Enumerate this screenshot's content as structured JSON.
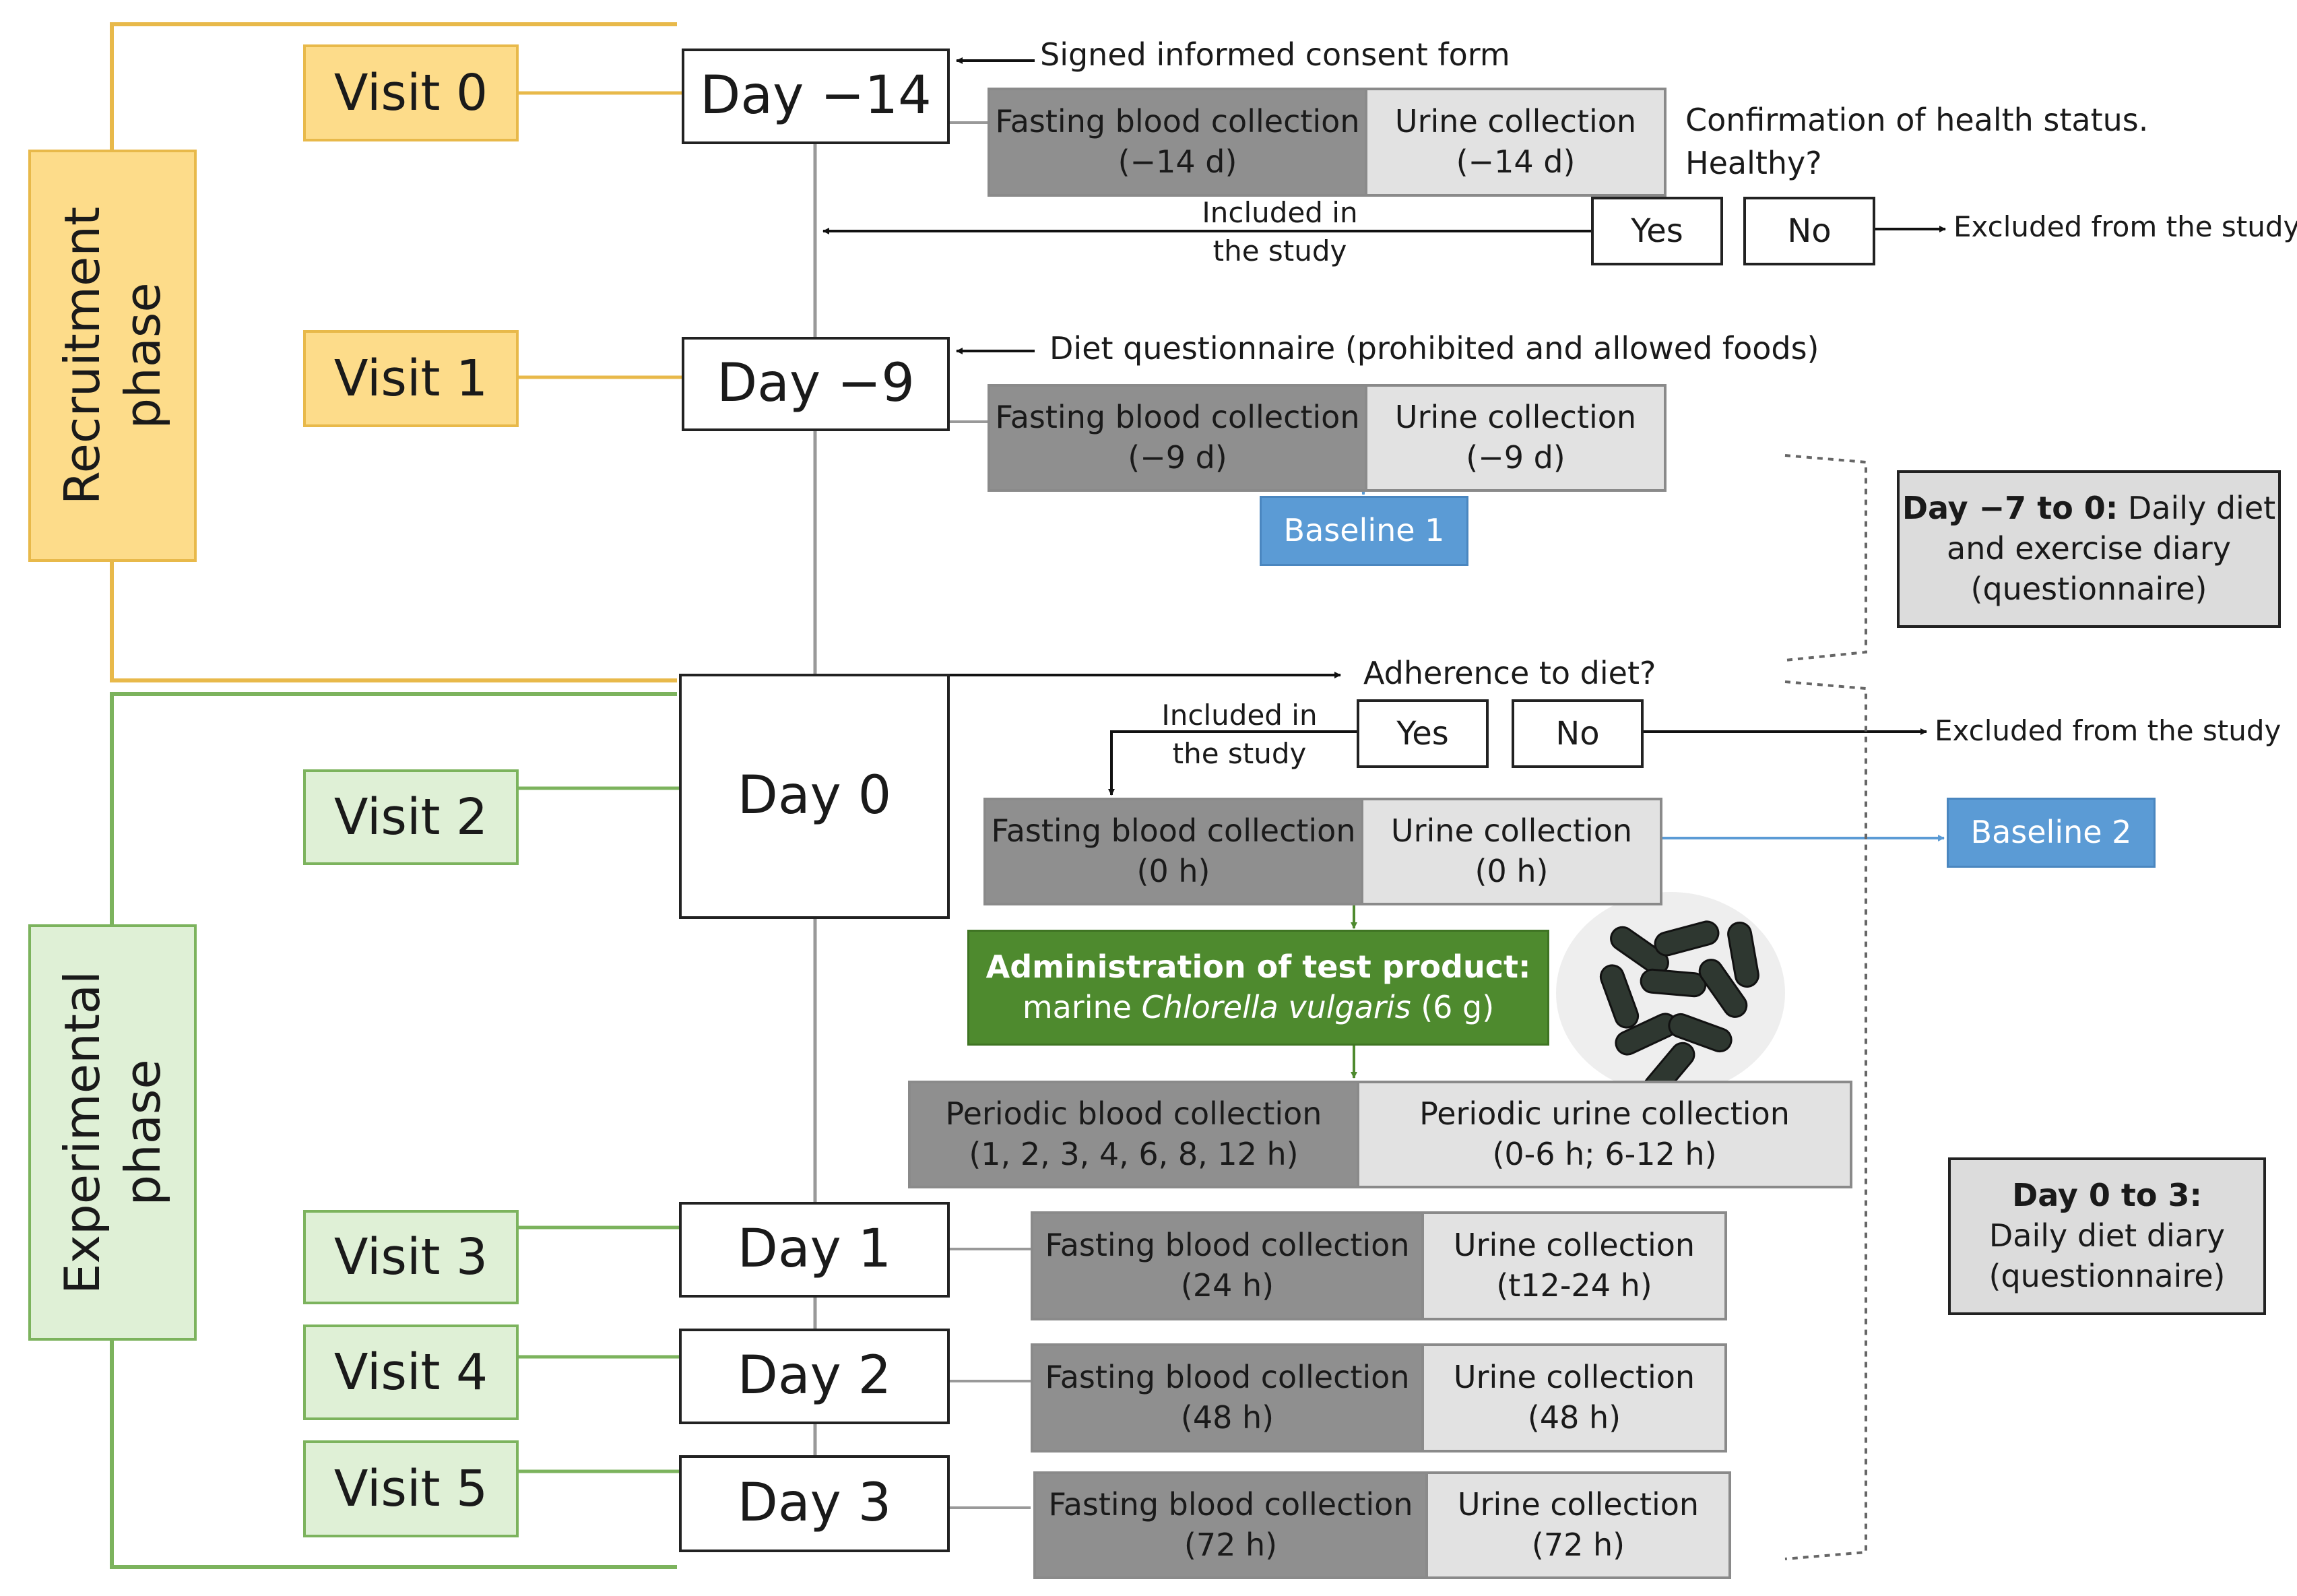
{
  "phases": {
    "recruitment": {
      "line1": "Recruitment",
      "line2": "phase"
    },
    "experimental": {
      "line1": "Experimental",
      "line2": "phase"
    }
  },
  "visits": [
    "Visit 0",
    "Visit 1",
    "Visit 2",
    "Visit 3",
    "Visit 4",
    "Visit 5"
  ],
  "days": [
    "Day −14",
    "Day −9",
    "Day 0",
    "Day 1",
    "Day 2",
    "Day 3"
  ],
  "annotations": {
    "consent": "Signed informed consent form",
    "health_q1": "Confirmation of health status.",
    "health_q2": "Healthy?",
    "included_1": "Included in",
    "included_2": "the study",
    "excluded": "Excluded from the study",
    "diet_questionnaire": "Diet questionnaire (prohibited and allowed foods)",
    "adherence": "Adherence to diet?"
  },
  "decisions": {
    "yes": "Yes",
    "no": "No"
  },
  "collections": {
    "fasting_blood": "Fasting blood collection",
    "urine": "Urine collection",
    "periodic_blood": "Periodic blood collection",
    "periodic_urine": "Periodic urine collection",
    "t_m14": "(−14 d)",
    "t_m9": "(−9 d)",
    "t_0h": "(0 h)",
    "t_periodic_blood": "(1, 2, 3, 4, 6, 8, 12 h)",
    "t_periodic_urine": "(0-6 h; 6-12 h)",
    "t_24h": "(24 h)",
    "t_urine_24h": "(t12-24 h)",
    "t_48h": "(48 h)",
    "t_72h": "(72 h)"
  },
  "baselines": {
    "b1": "Baseline 1",
    "b2": "Baseline 2"
  },
  "product": {
    "title": "Administration of test product:",
    "prefix": "marine ",
    "name": "Chlorella vulgaris",
    "dose": " (6 g)"
  },
  "notes": {
    "diary1_bold": "Day −7 to 0:",
    "diary1_rest1": " Daily diet",
    "diary1_rest2": "and exercise diary",
    "diary1_rest3": "(questionnaire)",
    "diary2_bold": "Day 0 to 3:",
    "diary2_line2": "Daily diet diary",
    "diary2_line3": "(questionnaire)"
  },
  "colors": {
    "recruitment_fill": "#fddc8a",
    "recruitment_line": "#e8b94a",
    "experimental_fill": "#dff0d6",
    "experimental_line": "#7cb35d",
    "baseline_blue": "#5b9bd5",
    "product_green": "#4e8a2e",
    "blood_gray": "#8f8f8f",
    "urine_gray": "#e2e2e2"
  }
}
